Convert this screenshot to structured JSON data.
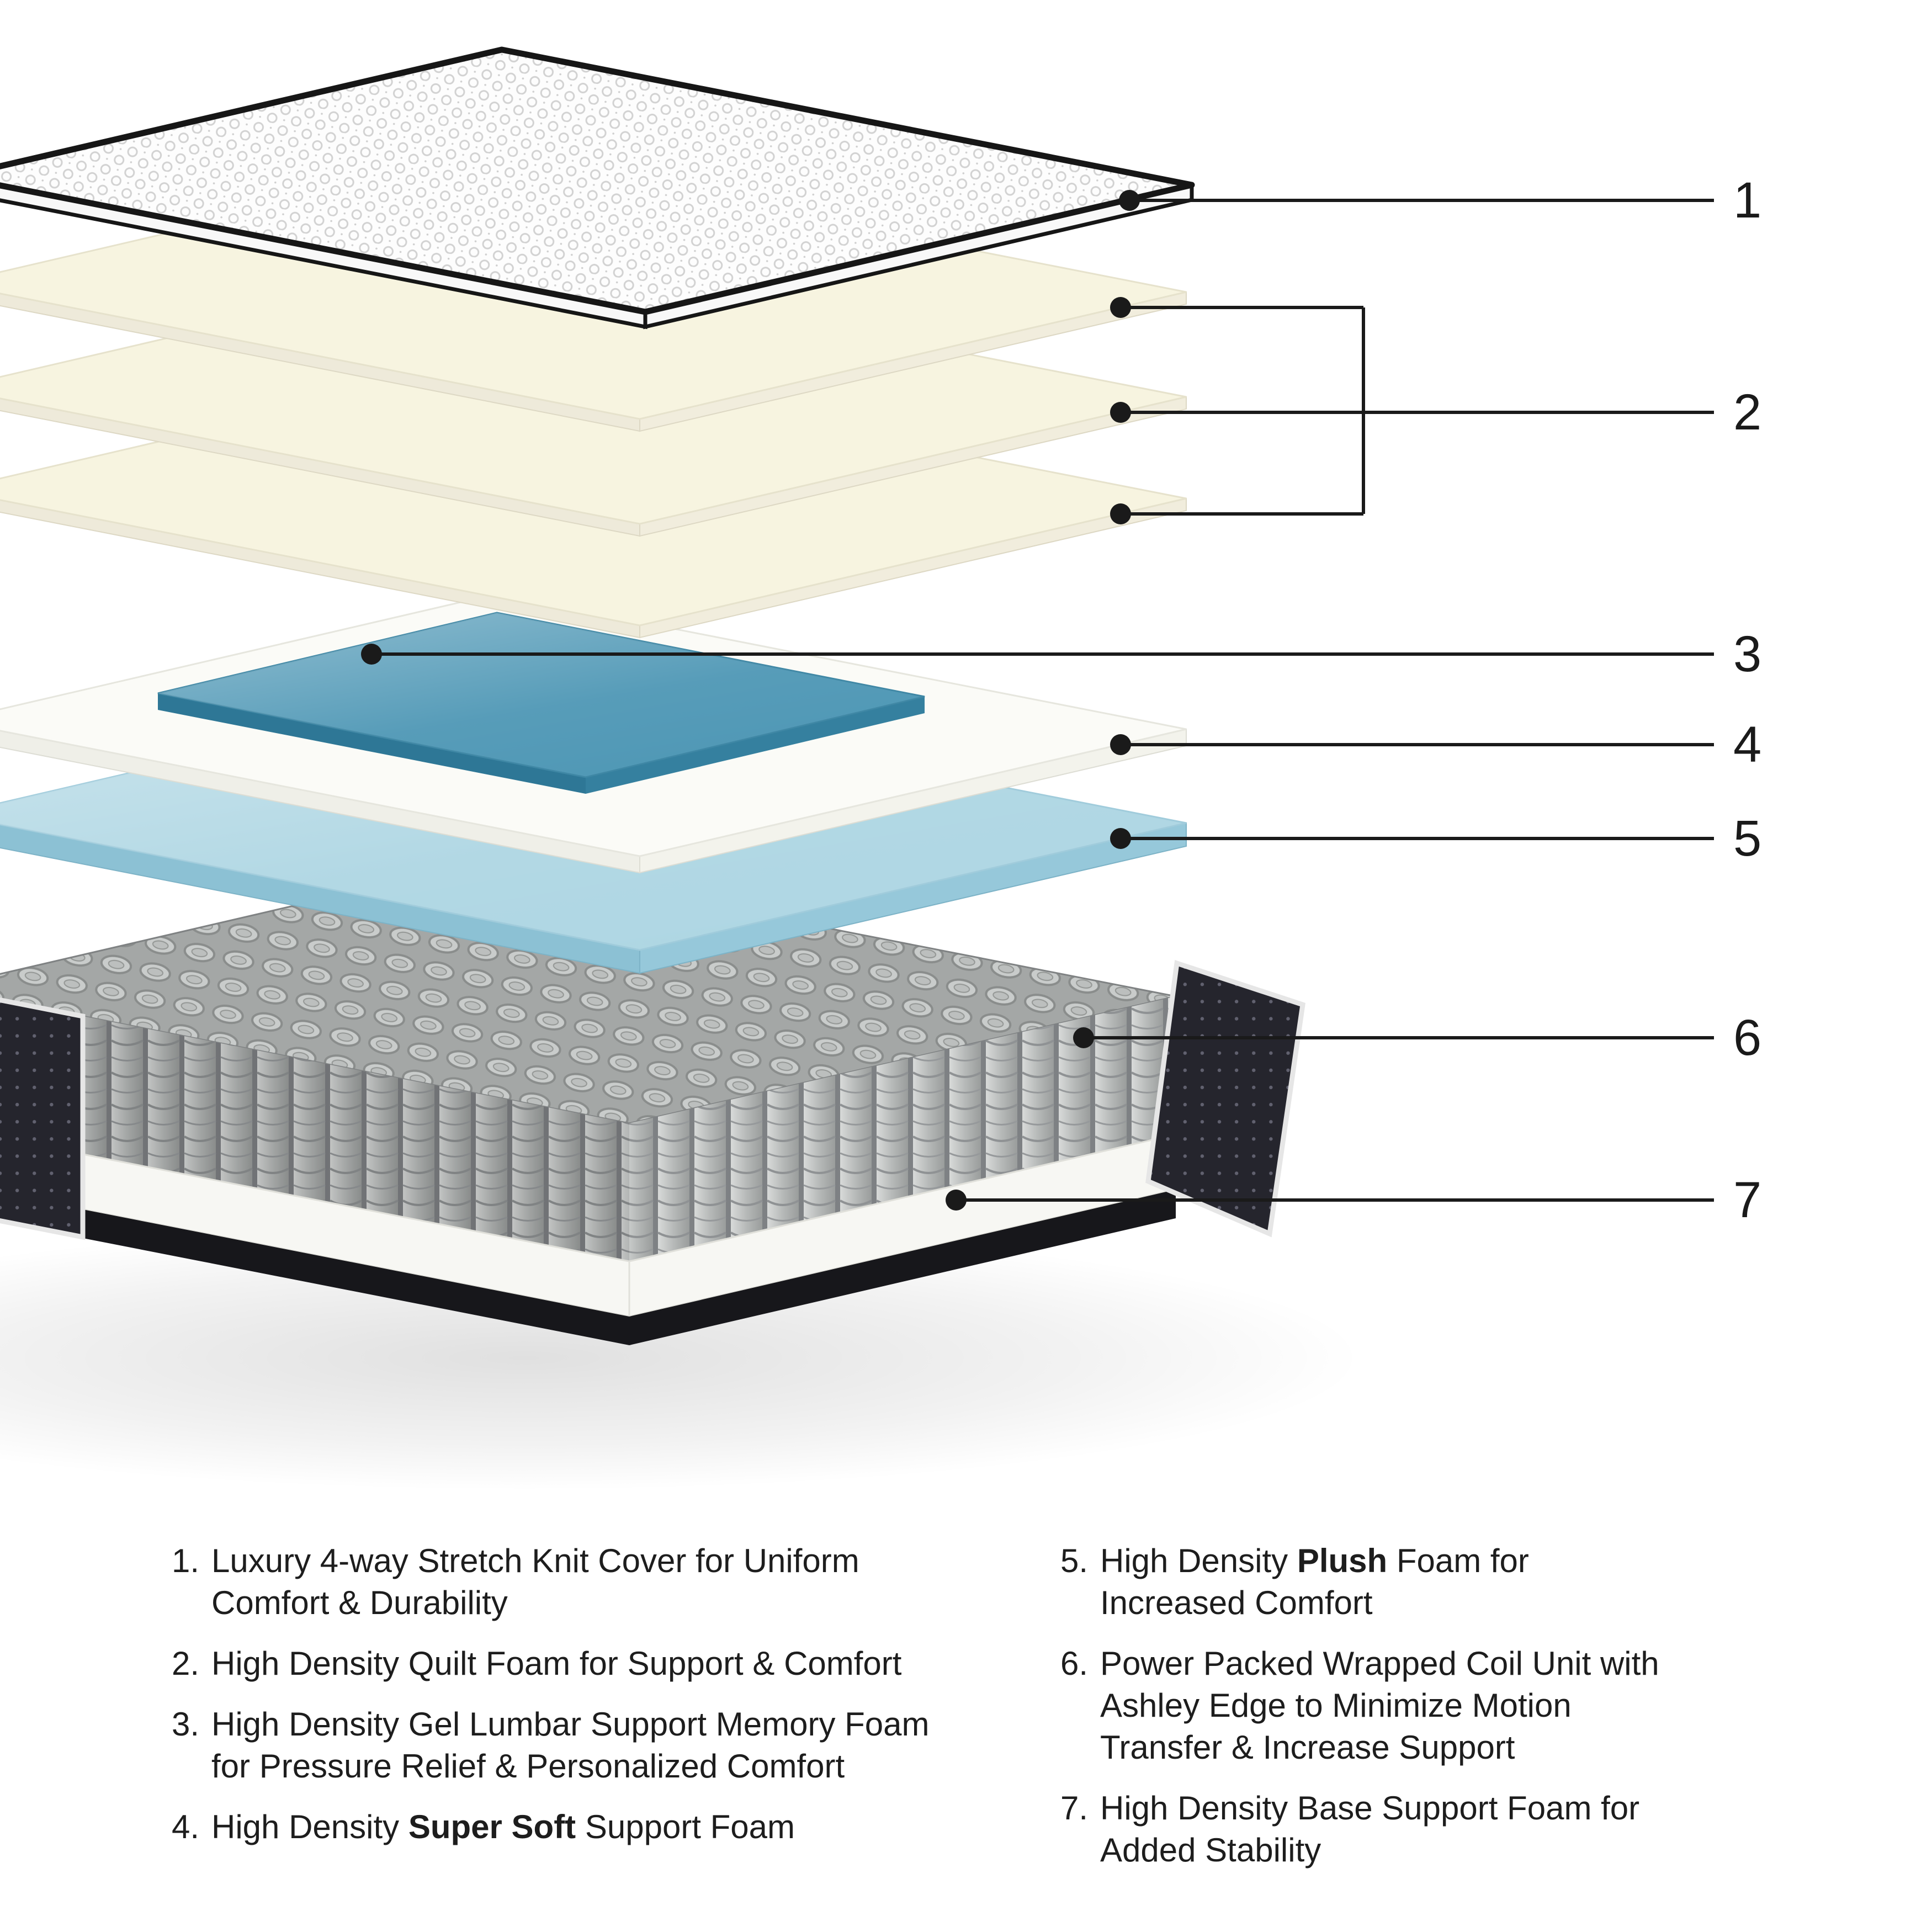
{
  "diagram": {
    "callouts": [
      {
        "number": "1"
      },
      {
        "number": "2"
      },
      {
        "number": "3"
      },
      {
        "number": "4"
      },
      {
        "number": "5"
      },
      {
        "number": "6"
      },
      {
        "number": "7"
      }
    ],
    "colors": {
      "cover_white": "#ffffff",
      "cover_trim_black": "#161616",
      "quilt_foam_cream": "#f7f4e0",
      "support_foam_white": "#fbfbf7",
      "gel_foam_teal": "#4e97b5",
      "plush_foam_blue": "#aed6e3",
      "coil_gray": "#b3b6b5",
      "base_foam_white": "#f7f7f3",
      "side_fabric_dark": "#25252d",
      "callout_line": "#1a1a1a"
    }
  },
  "legend": {
    "left": [
      {
        "num": "1.",
        "pre": "Luxury 4-way Stretch Knit Cover for Uniform Comfort & Durability",
        "bold": "",
        "post": ""
      },
      {
        "num": "2.",
        "pre": "High Density Quilt Foam for Support & Comfort",
        "bold": "",
        "post": ""
      },
      {
        "num": "3.",
        "pre": "High Density Gel Lumbar Support Memory Foam for Pressure Relief & Personalized Comfort",
        "bold": "",
        "post": ""
      },
      {
        "num": "4.",
        "pre": "High Density ",
        "bold": "Super Soft",
        "post": " Support Foam"
      }
    ],
    "right": [
      {
        "num": "5.",
        "pre": "High Density ",
        "bold": "Plush",
        "post": " Foam for Increased Comfort"
      },
      {
        "num": "6.",
        "pre": "Power Packed Wrapped Coil Unit with Ashley Edge to Minimize Motion Transfer & Increase Support",
        "bold": "",
        "post": ""
      },
      {
        "num": "7.",
        "pre": "High Density Base Support Foam for Added Stability",
        "bold": "",
        "post": ""
      }
    ]
  }
}
